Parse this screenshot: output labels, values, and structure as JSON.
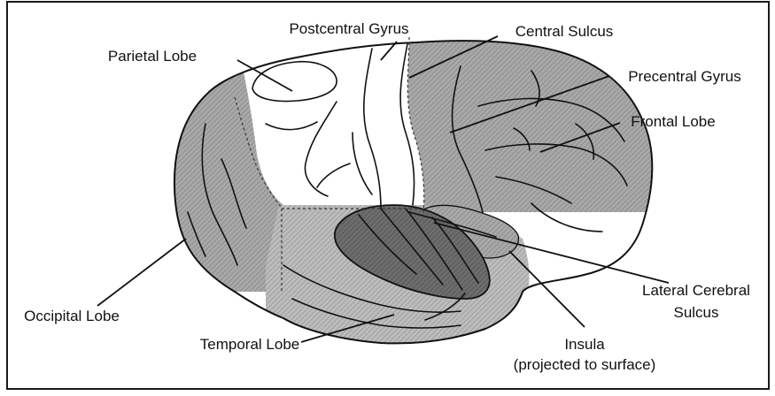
{
  "labels": {
    "postcentral_gyrus": "Postcentral Gyrus",
    "central_sulcus": "Central Sulcus",
    "parietal_lobe": "Parietal Lobe",
    "precentral_gyrus": "Precentral Gyrus",
    "frontal_lobe": "Frontal Lobe",
    "occipital_lobe": "Occipital Lobe",
    "temporal_lobe": "Temporal Lobe",
    "lateral_cerebral_sulcus_line1": "Lateral Cerebral",
    "lateral_cerebral_sulcus_line2": "Sulcus",
    "insula_line1": "Insula",
    "insula_line2": "(projected to surface)"
  },
  "colors": {
    "frontal_shade": "#9a9a9a",
    "occipital_shade": "#a6a6a6",
    "temporal_shade": "#b3b3b3",
    "insula_shade": "#6f6f6f",
    "parietal_fill": "#ffffff",
    "border": "#1a1a1a"
  }
}
